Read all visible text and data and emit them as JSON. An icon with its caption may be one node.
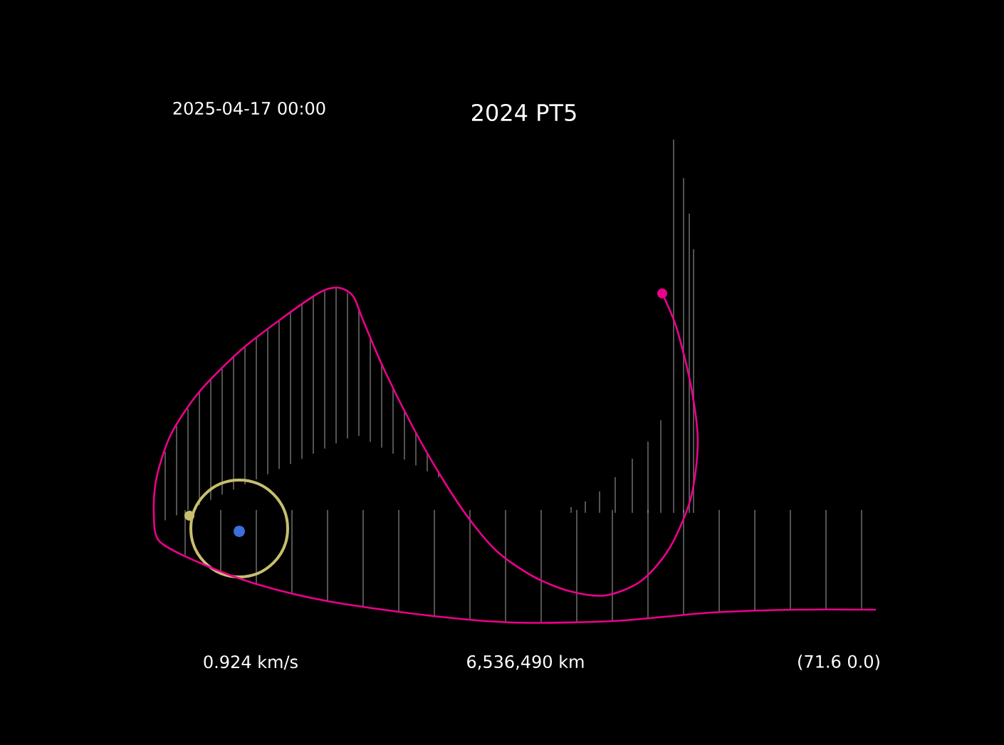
{
  "diagram": {
    "title": "2024 PT5",
    "labels": [
      "2025-04-17 00:00",
      "0.924 km/s",
      "6,536,490 km",
      "(71.6 0.0)"
    ]
  }
}
